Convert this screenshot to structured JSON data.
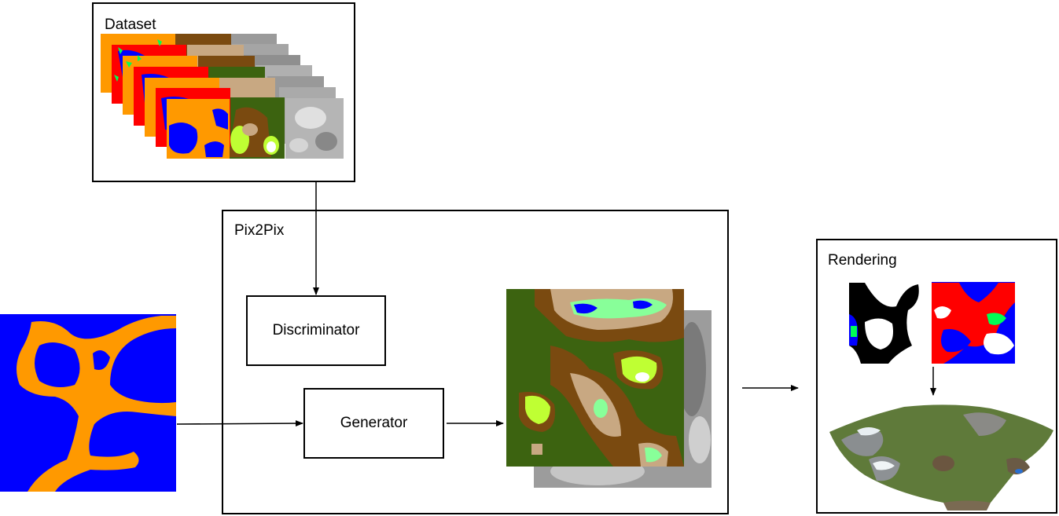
{
  "boxes": {
    "dataset": {
      "title": "Dataset"
    },
    "pix2pix": {
      "title": "Pix2Pix"
    },
    "rendering": {
      "title": "Rendering"
    }
  },
  "nodes": {
    "discriminator": "Discriminator",
    "generator": "Generator"
  },
  "colors": {
    "water": "#0000ff",
    "sand": "#ff9900",
    "red": "#ff0000",
    "green": "#00ff55",
    "darkgreen": "#3c6310",
    "brown": "#7a4a10",
    "tan": "#c8a882",
    "lightgreen": "#88ff99",
    "lime": "#bfff33"
  }
}
